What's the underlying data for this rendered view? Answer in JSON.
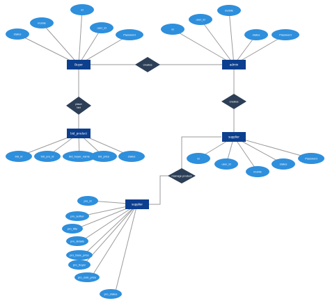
{
  "colors": {
    "entity": "#0d3f8f",
    "attribute": "#2e8fdc",
    "relationship": "#2d3f57",
    "line": "#9a9a9a",
    "text": "#ffffff"
  },
  "entities": {
    "buyer": "Buyer",
    "admin": "admin",
    "bid_product": "bid_product",
    "supplier_right": "supplier",
    "supplier_left": "supplier"
  },
  "relationships": {
    "buyer_admin": "creates",
    "places_bid": [
      "place",
      "bid"
    ],
    "admin_supplier": "creates",
    "manage_product": "manage product"
  },
  "attributes": {
    "buyer": [
      "status",
      "mobile",
      "id",
      "user_id",
      "Password"
    ],
    "admin": [
      "id",
      "user_id",
      "mobile",
      "status",
      "Password"
    ],
    "bid_product": [
      "bid_id",
      "bid_pro_id",
      "bid_buyer_name",
      "bid_price",
      "status"
    ],
    "supplier_right": [
      "id",
      "user_id",
      "mobile",
      "status",
      "Password"
    ],
    "supplier_left": [
      "pro_id",
      "pro_author",
      "pro_title",
      "pro_details",
      "pro_base_price",
      "pro_buyer",
      "pro_sold_price",
      "pro_status"
    ]
  }
}
